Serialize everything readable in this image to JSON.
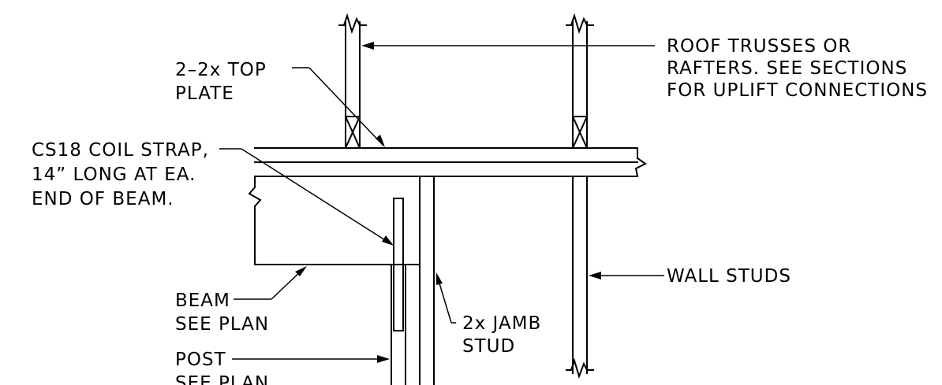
{
  "labels": {
    "roof_line1": "ROOF TRUSSES OR",
    "roof_line2": "RAFTERS. SEE SECTIONS",
    "roof_line3": "FOR UPLIFT CONNECTIONS",
    "top_plate_line1": "2–2x TOP",
    "top_plate_line2": "PLATE",
    "strap_line1": "CS18 COIL STRAP,",
    "strap_line2": "14” LONG AT EA.",
    "strap_line3": "END OF BEAM.",
    "wall_studs": "WALL STUDS",
    "beam_line1": "BEAM",
    "beam_line2": "SEE PLAN",
    "jamb_line1": "2x JAMB",
    "jamb_line2": "STUD",
    "post_line1": "POST",
    "post_line2": "SEE PLAN"
  }
}
